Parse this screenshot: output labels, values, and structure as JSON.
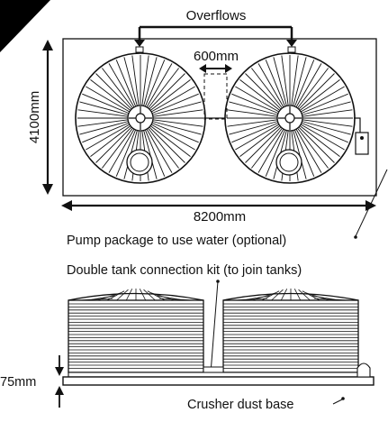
{
  "labels": {
    "overflows": "Overflows",
    "gap": "600mm",
    "height": "4100mm",
    "width": "8200mm",
    "pump": "Pump package to use water (optional)",
    "connection_kit": "Double tank connection kit (to join tanks)",
    "base_depth": "75mm",
    "base": "Crusher dust base"
  },
  "colors": {
    "ink": "#111111",
    "paper": "#ffffff",
    "corner_tag": "#000000"
  }
}
